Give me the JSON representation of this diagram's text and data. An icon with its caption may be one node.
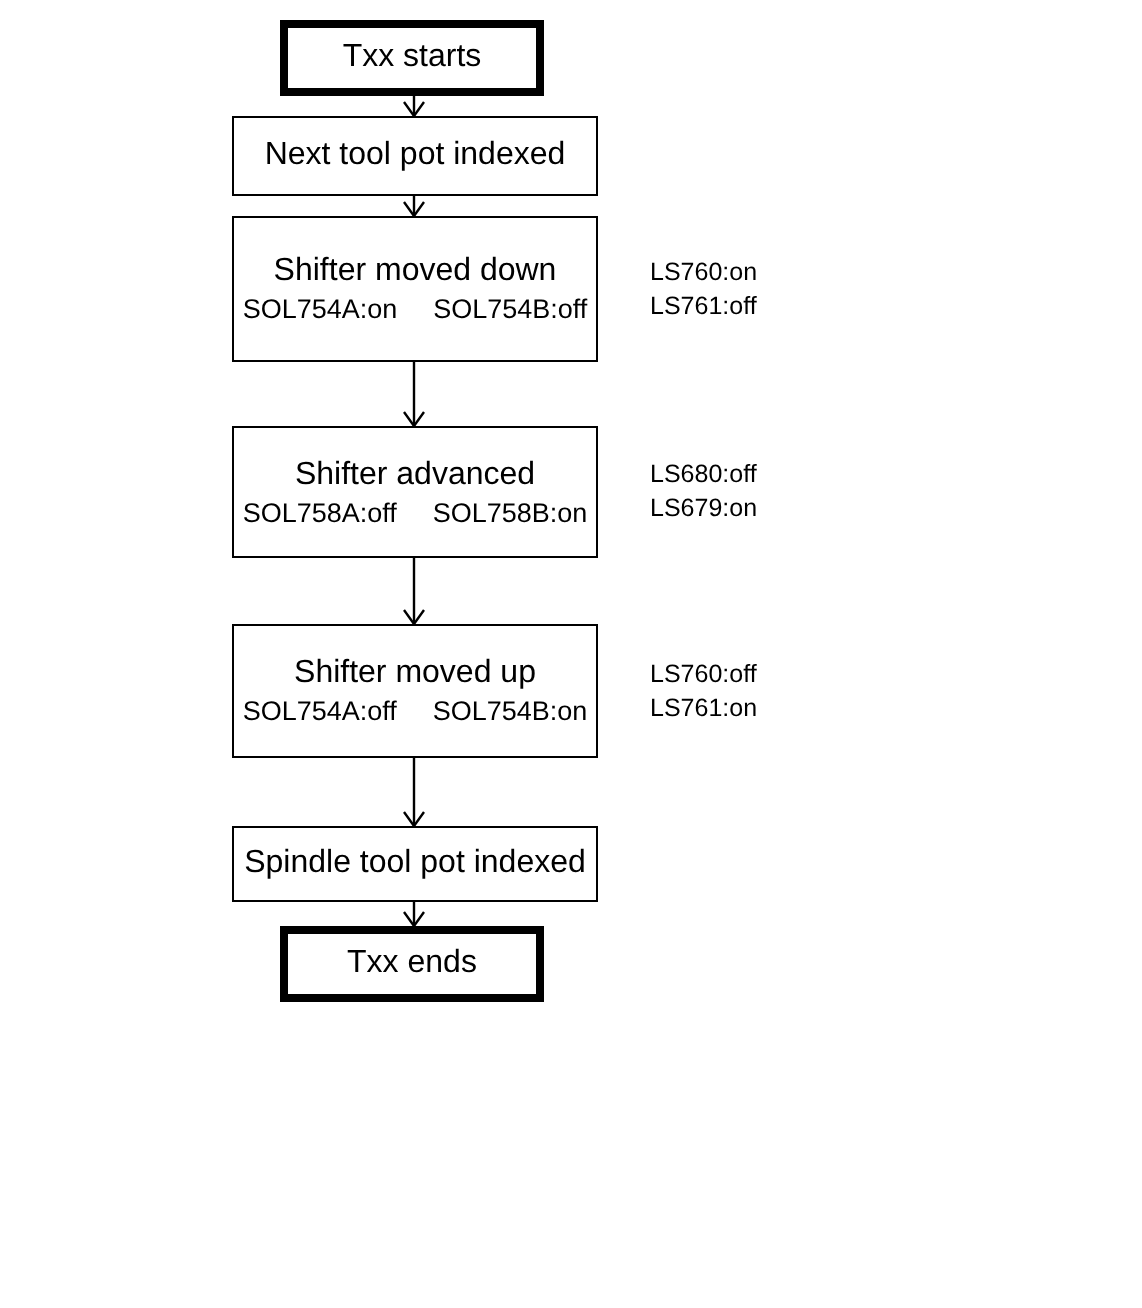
{
  "diagram": {
    "nodes": [
      {
        "text": [
          "Txx starts"
        ]
      },
      {
        "text": [
          "Next tool pot indexed"
        ]
      },
      {
        "text": [
          "Shifter moved down",
          "SOL754A:on",
          "SOL754B:off"
        ],
        "beside": [
          "LS760:on",
          "LS761:off"
        ]
      },
      {
        "text": [
          "Shifter advanced",
          "SOL758A:off",
          "SOL758B:on"
        ],
        "beside": [
          "LS680:off",
          "LS679:on"
        ]
      },
      {
        "text": [
          "Shifter moved up",
          "SOL754A:off",
          "SOL754B:on"
        ],
        "beside": [
          "LS760:off",
          "LS761:on"
        ]
      },
      {
        "text": [
          "Spindle tool pot indexed"
        ]
      },
      {
        "text": [
          "Txx ends"
        ]
      }
    ],
    "edges": [
      {
        "from": 0,
        "to": 1,
        "arrow": "to"
      },
      {
        "from": 1,
        "to": 2,
        "arrow": "to"
      },
      {
        "from": 2,
        "to": 3,
        "arrow": "to"
      },
      {
        "from": 3,
        "to": 4,
        "arrow": "to"
      },
      {
        "from": 4,
        "to": 5,
        "arrow": "to"
      },
      {
        "from": 5,
        "to": 6,
        "arrow": "to"
      }
    ]
  }
}
